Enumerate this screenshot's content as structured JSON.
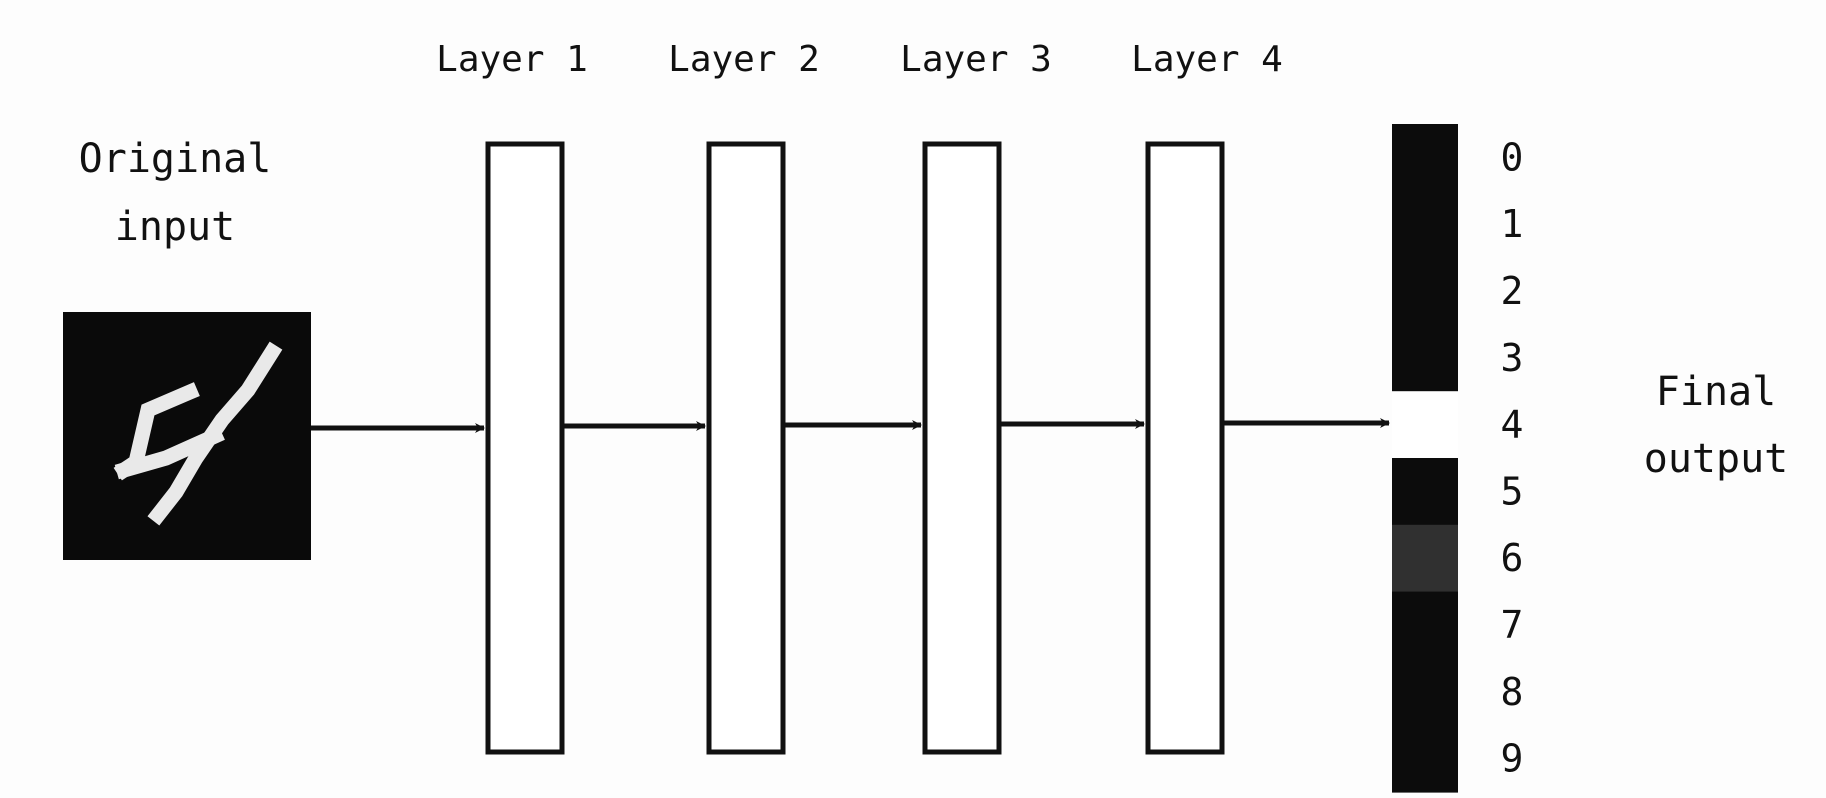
{
  "input": {
    "title_line1": "Original",
    "title_line2": "input",
    "digit_shown": "4"
  },
  "layers": [
    {
      "label": "Layer 1"
    },
    {
      "label": "Layer 2"
    },
    {
      "label": "Layer 3"
    },
    {
      "label": "Layer 4"
    }
  ],
  "output": {
    "title_line1": "Final",
    "title_line2": "output",
    "classes": [
      {
        "label": "0",
        "activation": 0.0
      },
      {
        "label": "1",
        "activation": 0.0
      },
      {
        "label": "2",
        "activation": 0.0
      },
      {
        "label": "3",
        "activation": 0.0
      },
      {
        "label": "4",
        "activation": 1.0
      },
      {
        "label": "5",
        "activation": 0.0
      },
      {
        "label": "6",
        "activation": 0.15
      },
      {
        "label": "7",
        "activation": 0.0
      },
      {
        "label": "8",
        "activation": 0.0
      },
      {
        "label": "9",
        "activation": 0.0
      }
    ]
  },
  "colors": {
    "stroke": "#111111",
    "dark_cell": "#0c0c0c",
    "bright_cell": "#ffffff",
    "input_background": "#0a0a0a",
    "digit_stroke": "#e9e9e9"
  }
}
